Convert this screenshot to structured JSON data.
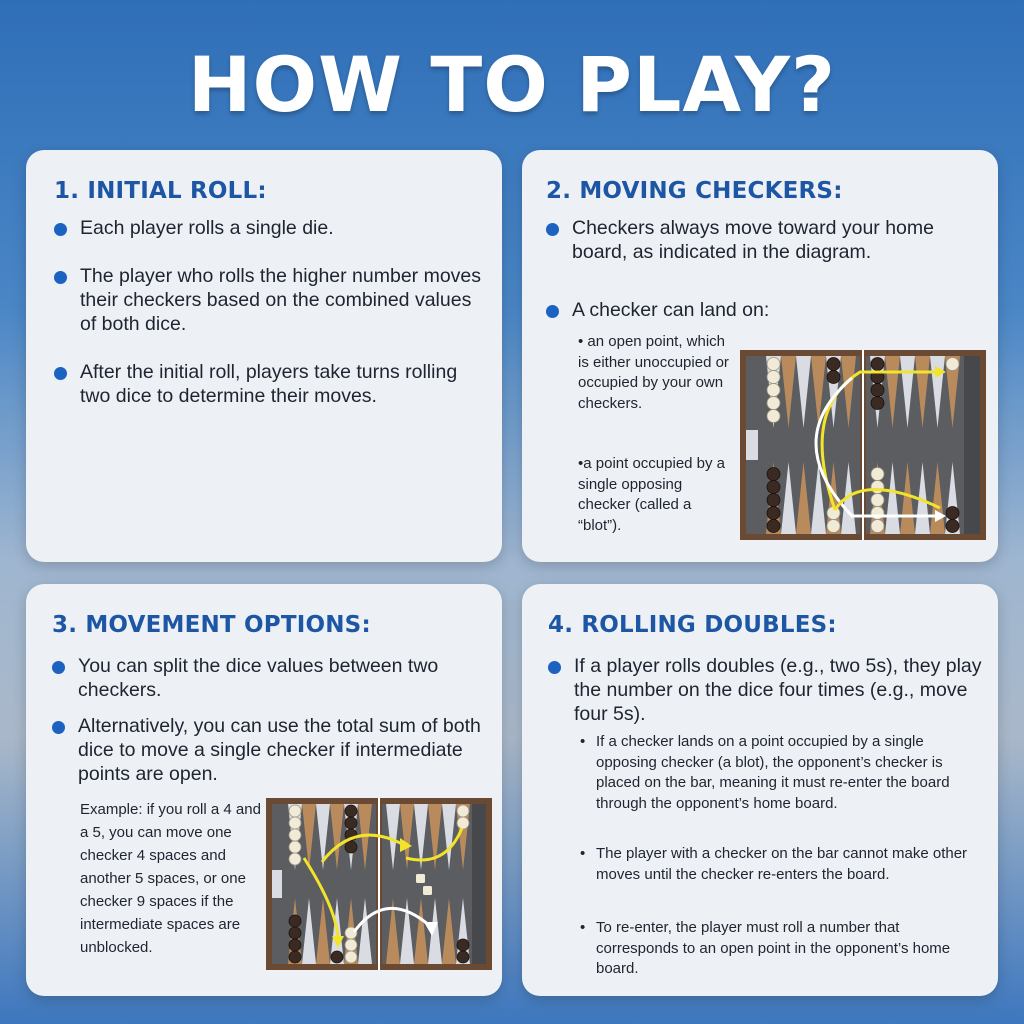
{
  "title": "HOW TO PLAY?",
  "sections": [
    {
      "heading": "1. INITIAL ROLL:",
      "bullets": [
        "Each player rolls a single die.",
        "The player who rolls the higher number moves their checkers based on the combined values of both dice.",
        "After the initial roll, players take turns rolling two dice to determine their moves."
      ]
    },
    {
      "heading": "2. MOVING CHECKERS:",
      "bullets": [
        "Checkers always move toward your home board, as indicated in the diagram.",
        "A checker can land on:"
      ],
      "subs": [
        "• an open point, which is either unoccupied or occupied by your own checkers.",
        "•a point occupied by a single opposing checker (called a “blot”)."
      ]
    },
    {
      "heading": "3. MOVEMENT OPTIONS:",
      "bullets": [
        "You can split the dice values between two checkers.",
        "Alternatively, you can use the total sum of both dice to move a single checker if intermediate points are open."
      ],
      "example": "Example: if you roll a 4 and a 5, you can move one checker 4 spaces and another 5 spaces, or one checker 9 spaces if the intermediate spaces are unblocked."
    },
    {
      "heading": "4. ROLLING DOUBLES:",
      "bullets": [
        "If a player rolls doubles (e.g., two 5s), they play the number on the dice four times (e.g., move four 5s)."
      ],
      "subs": [
        "If a checker lands on a point occupied by a single opposing checker (a blot), the opponent’s checker is placed on the bar, meaning it must re-enter the board through the opponent’s home board.",
        "The player with a checker on the bar cannot make other moves until the checker re-enters the board.",
        "To re-enter, the player must roll a number that corresponds to an open point in the opponent’s home board."
      ]
    }
  ],
  "colors": {
    "heading": "#1c56a4",
    "bullet": "#1c62c0",
    "board_frame": "#6b4a33",
    "board_felt": "#5b5d61",
    "arrow_yellow": "#f2e42a",
    "arrow_white": "#ffffff"
  }
}
